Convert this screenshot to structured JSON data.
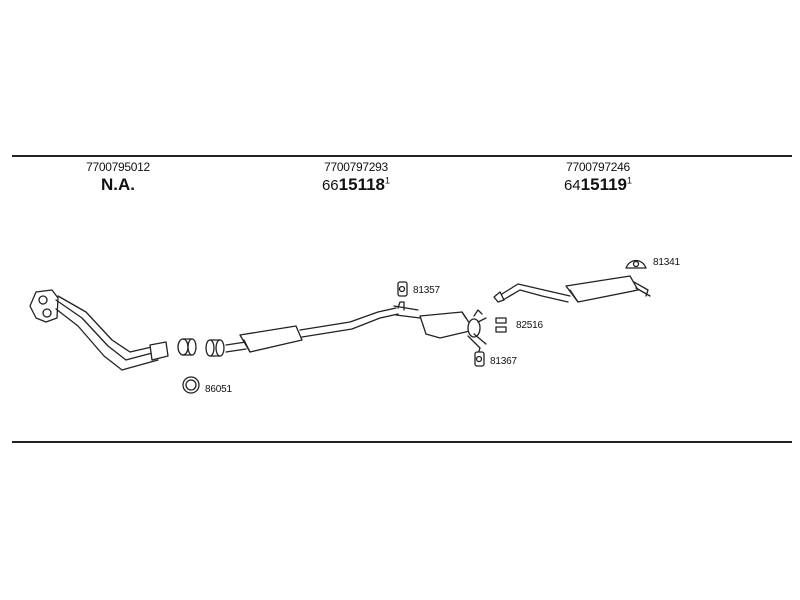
{
  "headers": [
    {
      "part_number": "7700795012",
      "main": "N.A.",
      "prefix": "",
      "code": "",
      "suffix": ""
    },
    {
      "part_number": "7700797293",
      "main": "",
      "prefix": "66",
      "code": "15118",
      "suffix": "1"
    },
    {
      "part_number": "7700797246",
      "main": "",
      "prefix": "64",
      "code": "15119",
      "suffix": "1"
    }
  ],
  "callouts": {
    "ring": "86051",
    "hanger_center": "81357",
    "clamp": "82516",
    "hanger_lower": "81367",
    "hanger_rear": "81341"
  },
  "colors": {
    "line": "#222222",
    "fill": "#ffffff"
  }
}
